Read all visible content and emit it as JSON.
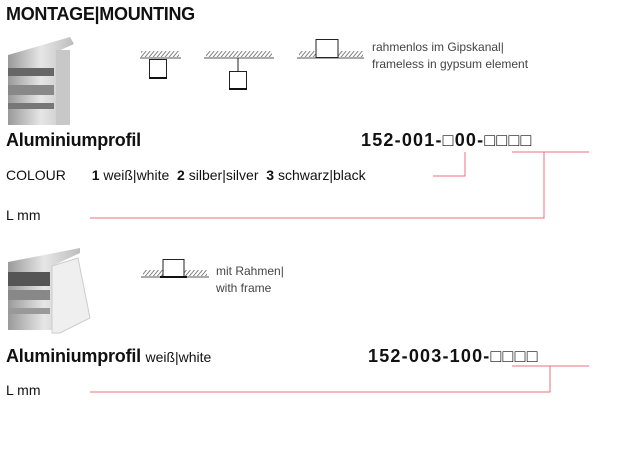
{
  "title": "MONTAGE|MOUNTING",
  "section1": {
    "mount_note_line1": "rahmenlos im Gipskanal|",
    "mount_note_line2": "frameless in gypsum element",
    "product": "Aluminiumprofil",
    "code": "152-001-□00-□□□□",
    "colour_label": "COLOUR",
    "colours": [
      {
        "num": "1",
        "label": "weiß|white"
      },
      {
        "num": "2",
        "label": "silber|silver"
      },
      {
        "num": "3",
        "label": "schwarz|black"
      }
    ],
    "length_label": "L mm"
  },
  "section2": {
    "mount_note_line1": "mit Rahmen|",
    "mount_note_line2": "with frame",
    "product": "Aluminiumprofil",
    "product_colour": "weiß|white",
    "code": "152-003-100-□□□□",
    "length_label": "L mm"
  },
  "colors": {
    "leader_line": "#e8707e",
    "hatch": "#777777"
  }
}
